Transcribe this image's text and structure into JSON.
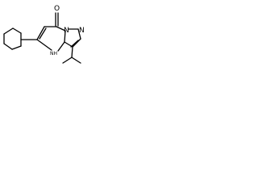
{
  "structure": {
    "atoms": {
      "carbonyl_oxygen": "O",
      "bridgehead_nitrogen": "N",
      "pyrazole_nitrogen": "N",
      "ring_nh": "NH"
    }
  }
}
